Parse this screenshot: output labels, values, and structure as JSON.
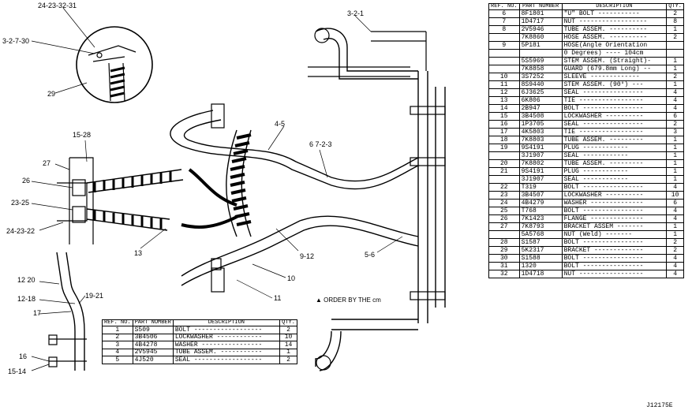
{
  "callouts": {
    "c1": "24-23-32-31",
    "c2": "3-2-7-30",
    "c3": "29",
    "c4": "3-2-1",
    "c5": "4-5",
    "c6": "6 7-2-3",
    "c7": "15-28",
    "c8": "27",
    "c9": "26",
    "c10": "23-25",
    "c11": "24-23-22",
    "c12": "13",
    "c13": "9-12",
    "c14": "5-6",
    "c15": "10",
    "c16": "11",
    "c17": "12 20",
    "c18": "12-18",
    "c19": "17",
    "c20": "19-21",
    "c21": "16",
    "c22": "15-14"
  },
  "order_note": "▲ ORDER BY THE cm",
  "drawing_number": "J12175E",
  "right_table": {
    "headers": {
      "ref": "REF. NO.",
      "part": "PART NUMBER",
      "desc": "DESCRIPTION",
      "qty": "QTY."
    },
    "rows": [
      {
        "ref": "6",
        "part": "8F1801",
        "desc": "\"U\" BOLT -----------",
        "qty": "2"
      },
      {
        "ref": "7",
        "part": "1D4717",
        "desc": "NUT ------------------",
        "qty": "8"
      },
      {
        "ref": "8",
        "part": "2V5946",
        "desc": "TUBE ASSEM. ----------",
        "qty": "1"
      },
      {
        "ref": "",
        "part": "7K8860",
        "desc": "HOSE ASSEM. ----------",
        "qty": "2"
      },
      {
        "ref": "9",
        "part": "5P181",
        "desc": "HOSE(Angle Orientation",
        "qty": ""
      },
      {
        "ref": "",
        "part": "",
        "desc": "0 Degrees) ---- 104cm",
        "qty": ""
      },
      {
        "ref": "",
        "part": "5S5969",
        "desc": "STEM ASSEM. (Straight)-",
        "qty": "1"
      },
      {
        "ref": "",
        "part": "7K8858",
        "desc": "GUARD (679.8mm Long) --",
        "qty": "1"
      },
      {
        "ref": "10",
        "part": "3S7252",
        "desc": "SLEEVE -------------",
        "qty": "2"
      },
      {
        "ref": "11",
        "part": "8S9440",
        "desc": "STEM ASSEM. (90°) ---",
        "qty": "1"
      },
      {
        "ref": "12",
        "part": "6J3625",
        "desc": "SEAL ----------------",
        "qty": "4"
      },
      {
        "ref": "13",
        "part": "6K806",
        "desc": "TIE -----------------",
        "qty": "4"
      },
      {
        "ref": "14",
        "part": "2B947",
        "desc": "BOLT ----------------",
        "qty": "4"
      },
      {
        "ref": "15",
        "part": "3B4508",
        "desc": "LOCKWASHER ----------",
        "qty": "6"
      },
      {
        "ref": "16",
        "part": "1P3705",
        "desc": "SEAL ----------------",
        "qty": "2"
      },
      {
        "ref": "17",
        "part": "4K5803",
        "desc": "TIE -----------------",
        "qty": "3"
      },
      {
        "ref": "18",
        "part": "7K8803",
        "desc": "TUBE ASSEM. ---------",
        "qty": "1"
      },
      {
        "ref": "19",
        "part": "9S4191",
        "desc": "PLUG ------------",
        "qty": "1"
      },
      {
        "ref": "",
        "part": "3J1907",
        "desc": "SEAL ------------",
        "qty": "1"
      },
      {
        "ref": "20",
        "part": "7K8802",
        "desc": "TUBE ASSEM. ---------",
        "qty": "1"
      },
      {
        "ref": "21",
        "part": "9S4191",
        "desc": "PLUG ------------",
        "qty": "1"
      },
      {
        "ref": "",
        "part": "3J1907",
        "desc": "SEAL ------------",
        "qty": "1"
      },
      {
        "ref": "22",
        "part": "T319",
        "desc": "BOLT ----------------",
        "qty": "4"
      },
      {
        "ref": "23",
        "part": "3B4507",
        "desc": "LOCKWASHER ----------",
        "qty": "10"
      },
      {
        "ref": "24",
        "part": "4B4279",
        "desc": "WASHER --------------",
        "qty": "6"
      },
      {
        "ref": "25",
        "part": "T768",
        "desc": "BOLT ----------------",
        "qty": "4"
      },
      {
        "ref": "26",
        "part": "7K1423",
        "desc": "FLANGE --------------",
        "qty": "4"
      },
      {
        "ref": "27",
        "part": "7K8793",
        "desc": "BRACKET ASSEM -------",
        "qty": "1"
      },
      {
        "ref": "",
        "part": "5A5768",
        "desc": "NUT (Weld) -------",
        "qty": "1"
      },
      {
        "ref": "28",
        "part": "S1587",
        "desc": "BOLT ----------------",
        "qty": "2"
      },
      {
        "ref": "29",
        "part": "5K2317",
        "desc": "BRACKET -------------",
        "qty": "2"
      },
      {
        "ref": "30",
        "part": "S1588",
        "desc": "BOLT ----------------",
        "qty": "4"
      },
      {
        "ref": "31",
        "part": "1320",
        "desc": "BOLT ----------------",
        "qty": "4"
      },
      {
        "ref": "32",
        "part": "1D4718",
        "desc": "NUT -----------------",
        "qty": "4"
      }
    ]
  },
  "left_table": {
    "headers": {
      "ref": "REF. NO.",
      "part": "PART NUMBER",
      "desc": "DESCRIPTION",
      "qty": "QTY."
    },
    "rows": [
      {
        "ref": "1",
        "part": "S509",
        "desc": "BOLT ------------------",
        "qty": "2"
      },
      {
        "ref": "2",
        "part": "3B4506",
        "desc": "LOCKWASHER ------------",
        "qty": "10"
      },
      {
        "ref": "3",
        "part": "4B4278",
        "desc": "WASHER ----------------",
        "qty": "14"
      },
      {
        "ref": "4",
        "part": "2V5945",
        "desc": "TUBE ASSEM. -----------",
        "qty": "1"
      },
      {
        "ref": "5",
        "part": "4J520",
        "desc": "SEAL ------------------",
        "qty": "2"
      }
    ]
  }
}
